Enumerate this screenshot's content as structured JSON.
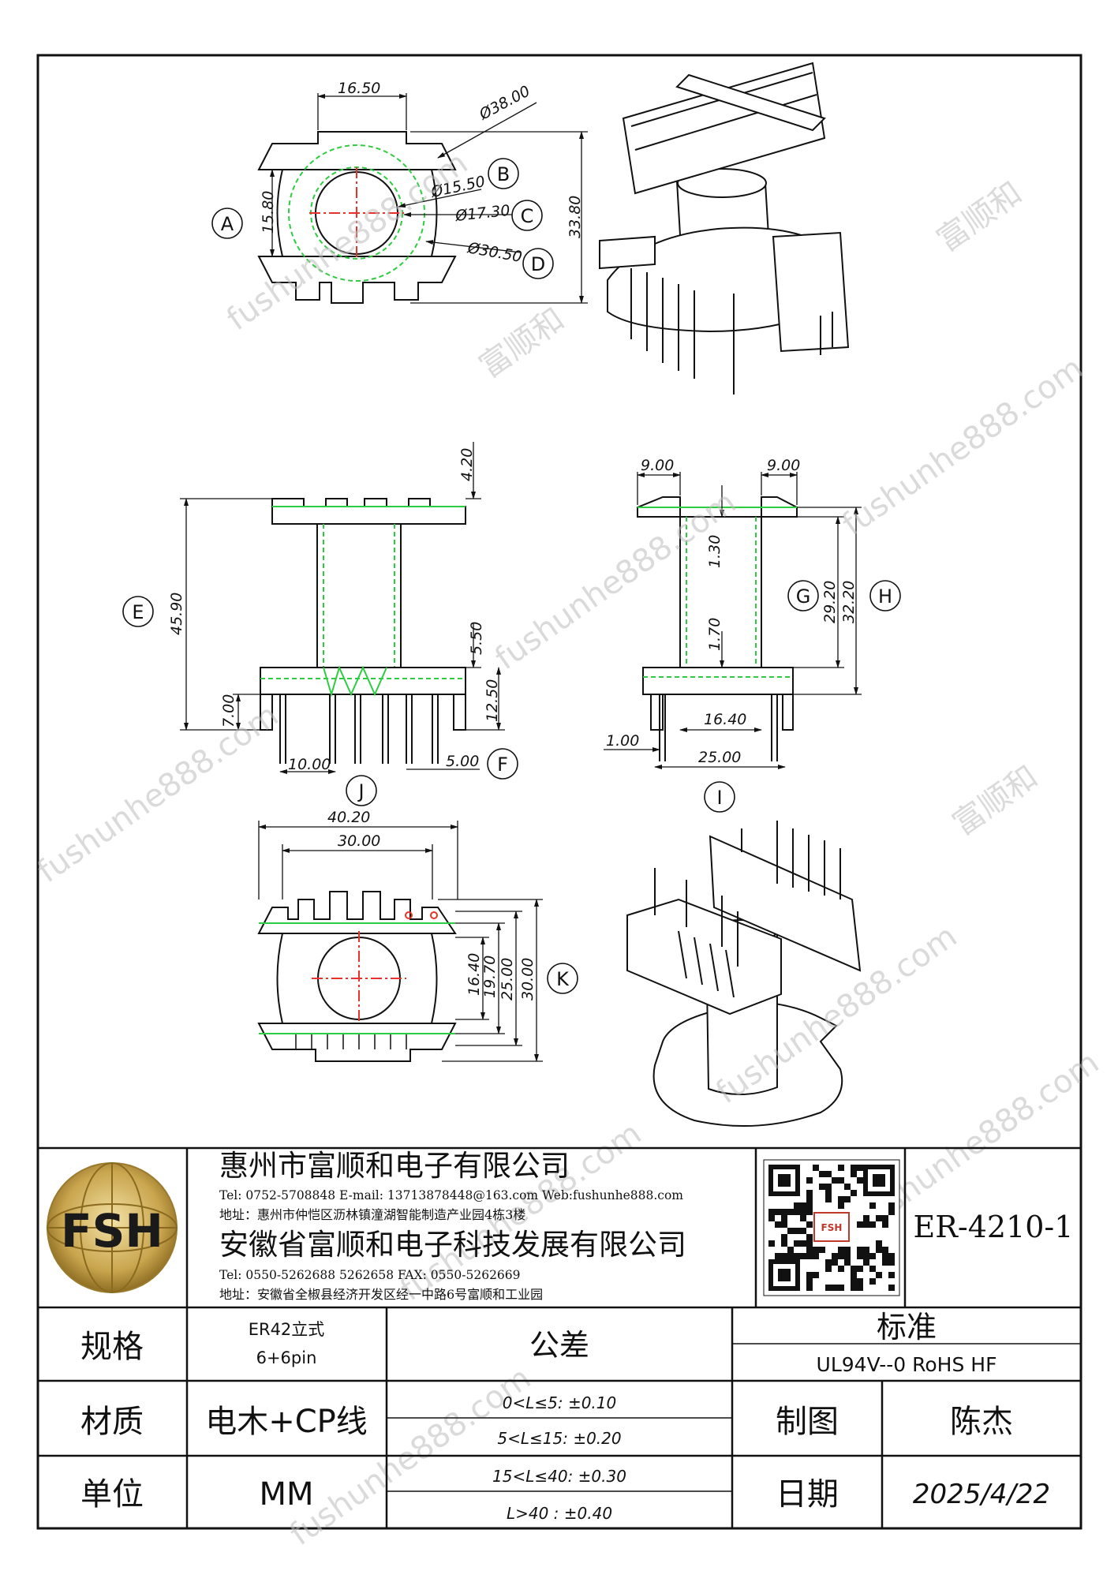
{
  "part_number": "ER-4210-1",
  "watermark": {
    "company_cn": "富顺和",
    "url": "fushunhe888.com"
  },
  "logo_text": "FSH",
  "qr_badge": "FSH",
  "company1": {
    "name": "惠州市富顺和电子有限公司",
    "contact": "Tel:  0752-5708848  E-mail: 13713878448@163.com  Web:fushunhe888.com",
    "address": "地址：惠州市仲恺区沥林镇潼湖智能制造产业园4栋3楼"
  },
  "company2": {
    "name": "安徽省富顺和电子科技发展有限公司",
    "contact": "Tel:   0550-5262688  5262658     FAX: 0550-5262669",
    "address": "地址：安徽省全椒县经济开发区经一中路6号富顺和工业园"
  },
  "table": {
    "spec_label": "规格",
    "spec_value_1": "ER42立式",
    "spec_value_2": "6+6pin",
    "tolerance_label": "公差",
    "standard_label": "标准",
    "standard_value": "UL94V--0  RoHS HF",
    "material_label": "材质",
    "material_value": "电木+CP线",
    "tol_1": "0<L≤5: ±0.10",
    "tol_2": "5<L≤15: ±0.20",
    "tol_3": "15<L≤40: ±0.30",
    "tol_4": "L>40 :  ±0.40",
    "drawn_label": "制图",
    "drawn_value": "陈杰",
    "unit_label": "单位",
    "unit_value": "MM",
    "date_label": "日期",
    "date_value": "2025/4/22"
  },
  "views": {
    "top": {
      "dims": [
        "16.50",
        "Ø38.00",
        "Ø15.50",
        "Ø17.30",
        "Ø30.50",
        "15.80",
        "33.80"
      ],
      "labels": [
        "A",
        "B",
        "C",
        "D"
      ]
    },
    "front": {
      "dims": [
        "4.20",
        "45.90",
        "5.50",
        "12.50",
        "7.00",
        "10.00",
        "5.00"
      ],
      "labels": [
        "E",
        "F",
        "J"
      ]
    },
    "side": {
      "dims": [
        "9.00",
        "9.00",
        "1.30",
        "1.70",
        "29.20",
        "32.20",
        "16.40",
        "1.00",
        "25.00"
      ],
      "labels": [
        "G",
        "H",
        "I"
      ]
    },
    "bottom": {
      "dims": [
        "40.20",
        "30.00",
        "16.40",
        "19.70",
        "25.00",
        "30.00"
      ],
      "labels": [
        "K"
      ]
    }
  },
  "colors": {
    "line": "#111111",
    "hidden": "#2ecc40",
    "center": "#e8322b",
    "gold": "#b8953c"
  }
}
